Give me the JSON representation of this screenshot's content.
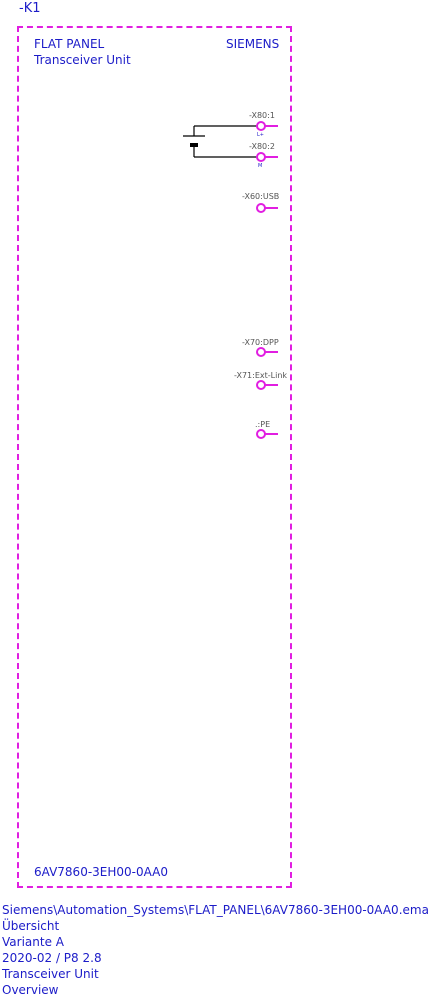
{
  "device_ref": "-K1",
  "panel": {
    "title_line1": "FLAT PANEL",
    "title_line2": "Transceiver Unit",
    "brand": "SIEMENS",
    "part_number": "6AV7860-3EH00-0AA0"
  },
  "pins": [
    {
      "label": "-X80:1",
      "sublabel": "L+"
    },
    {
      "label": "-X80:2",
      "sublabel": "M"
    },
    {
      "label": "-X60:USB"
    },
    {
      "label": "-X70:DPP"
    },
    {
      "label": "-X71:Ext-Link"
    },
    {
      "label": ".:PE"
    }
  ],
  "footer": [
    "Siemens\\Automation_Systems\\FLAT_PANEL\\6AV7860-3EH00-0AA0.ema",
    "Übersicht",
    "Variante A",
    "2020-02 / P8 2.8",
    "Transceiver Unit",
    "Overview"
  ],
  "colors": {
    "text": "#1c1cc8",
    "border": "#e11ee1",
    "pin": "#e11ee1",
    "pin_label": "#555555",
    "symbol": "#000000"
  }
}
